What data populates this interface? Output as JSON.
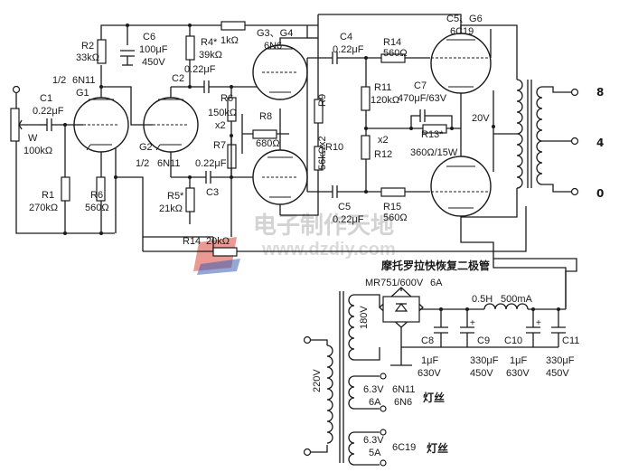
{
  "components": {
    "c1": "C1",
    "c1_val": "0.22μF",
    "w": "W",
    "w_val": "100kΩ",
    "r1": "R1",
    "r1_val": "270kΩ",
    "g1": "G1",
    "g1_half": "1/2",
    "g1_type": "6N11",
    "r2": "R2",
    "r2_val": "33kΩ",
    "c6": "C6",
    "c6_val1": "100μF",
    "c6_val2": "450V",
    "r6a": "R6",
    "r6a_val": "560Ω",
    "g2": "G2",
    "g2_half": "1/2",
    "g2_type": "6N11",
    "r4": "R4*",
    "r4_val": "39kΩ",
    "c2": "C2",
    "c2_val": "0.22μF",
    "r5": "R5*",
    "r5_val": "21kΩ",
    "c3": "C3",
    "c3_val": "0.22μF",
    "r1k": "1kΩ",
    "r6b": "R6",
    "r6b_val": "150kΩ",
    "r6b_x2": "x2",
    "r7": "R7",
    "g34": "G3、G4",
    "g34_type": "6N6",
    "r8": "R8",
    "r8_val": "680Ω",
    "r9": "R9",
    "r9_val": "56kΩx2",
    "r10": "R10",
    "c4": "C4",
    "c4_val": "0.22μF",
    "c5": "C5",
    "c5_val": "0.22μF",
    "r14a": "R14",
    "r14a_val": "560Ω",
    "r15": "R15",
    "r15_val": "560Ω",
    "r11": "R11",
    "r11_val": "120kΩ",
    "r11_x2": "x2",
    "r12": "R12",
    "c7": "C7",
    "c7_val": "470μF/63V",
    "r13": "R13*",
    "r13_val": "360Ω/15W",
    "g56": "C5、G6",
    "g56_type": "6C19",
    "v20": "20V",
    "out8": "8",
    "out4": "4",
    "out0": "0",
    "r14b": "R14",
    "r14b_val": "20kΩ",
    "diode_title": "摩托罗拉快恢复二极管",
    "diode_part": "MR751/600V",
    "diode_amp": "6A",
    "v180": "180V",
    "choke": "0.5H",
    "choke_i": "500mA",
    "c8": "C8",
    "c8_v1": "1μF",
    "c8_v2": "630V",
    "c9": "C9",
    "c9_v1": "330μF",
    "c9_v2": "450V",
    "c10": "C10",
    "c10_v1": "1μF",
    "c10_v2": "630V",
    "c11": "C11",
    "c11_v1": "330μF",
    "c11_v2": "450V",
    "v220": "220V",
    "fil1_v": "6.3V",
    "fil1_a": "6A",
    "fil1_t1": "6N11",
    "fil1_t2": "6N6",
    "fil1_label": "灯丝",
    "fil2_v": "6.3V",
    "fil2_a": "5A",
    "fil2_t": "6C19",
    "fil2_label": "灯丝"
  },
  "watermark": {
    "text": "电子制作天地",
    "url": "www.dzdiy.com"
  },
  "colors": {
    "ink": "#1a1a1a",
    "watermark": "#c9c9c9",
    "watermark_logo_red": "#d9463a",
    "watermark_logo_blue": "#3c5fb5"
  }
}
